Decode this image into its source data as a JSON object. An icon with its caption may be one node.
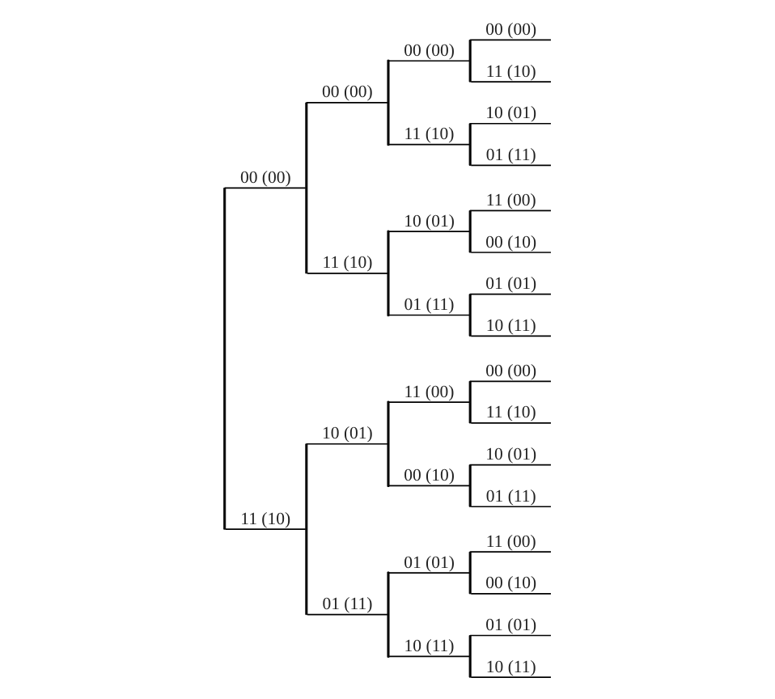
{
  "diagram": {
    "nodes": [
      {
        "text": [],
        "shape": "bar"
      },
      {
        "text": [],
        "shape": "bar"
      },
      {
        "text": [],
        "shape": "bar"
      },
      {
        "text": [],
        "shape": "bar"
      },
      {
        "text": [],
        "shape": "bar"
      },
      {
        "text": [],
        "shape": "bar"
      },
      {
        "text": [],
        "shape": "bar"
      },
      {
        "text": [],
        "shape": "bar"
      },
      {
        "text": [],
        "shape": "bar"
      },
      {
        "text": [],
        "shape": "bar"
      },
      {
        "text": [],
        "shape": "bar"
      },
      {
        "text": [],
        "shape": "bar"
      },
      {
        "text": [],
        "shape": "bar"
      },
      {
        "text": [],
        "shape": "bar"
      },
      {
        "text": [],
        "shape": "bar"
      }
    ],
    "edges": [
      {
        "from": 0,
        "to": 1,
        "arrow": "none",
        "label": "00 (00)"
      },
      {
        "from": 0,
        "to": 2,
        "arrow": "none",
        "label": "11 (10)"
      },
      {
        "from": 1,
        "to": 3,
        "arrow": "none",
        "label": "00 (00)"
      },
      {
        "from": 1,
        "to": 4,
        "arrow": "none",
        "label": "11 (10)"
      },
      {
        "from": 2,
        "to": 5,
        "arrow": "none",
        "label": "10 (01)"
      },
      {
        "from": 2,
        "to": 6,
        "arrow": "none",
        "label": "01 (11)"
      },
      {
        "from": 3,
        "to": 7,
        "arrow": "none",
        "label": "00 (00)"
      },
      {
        "from": 3,
        "to": 8,
        "arrow": "none",
        "label": "11 (10)"
      },
      {
        "from": 4,
        "to": 9,
        "arrow": "none",
        "label": "10 (01)"
      },
      {
        "from": 4,
        "to": 10,
        "arrow": "none",
        "label": "01 (11)"
      },
      {
        "from": 5,
        "to": 11,
        "arrow": "none",
        "label": "11 (00)"
      },
      {
        "from": 5,
        "to": 12,
        "arrow": "none",
        "label": "00 (10)"
      },
      {
        "from": 6,
        "to": 13,
        "arrow": "none",
        "label": "01 (01)"
      },
      {
        "from": 6,
        "to": 14,
        "arrow": "none",
        "label": "10 (11)"
      },
      {
        "from": 7,
        "to": null,
        "arrow": "none",
        "label": "00 (00)"
      },
      {
        "from": 7,
        "to": null,
        "arrow": "none",
        "label": "11 (10)"
      },
      {
        "from": 8,
        "to": null,
        "arrow": "none",
        "label": "10 (01)"
      },
      {
        "from": 8,
        "to": null,
        "arrow": "none",
        "label": "01 (11)"
      },
      {
        "from": 9,
        "to": null,
        "arrow": "none",
        "label": "11 (00)"
      },
      {
        "from": 9,
        "to": null,
        "arrow": "none",
        "label": "00 (10)"
      },
      {
        "from": 10,
        "to": null,
        "arrow": "none",
        "label": "01 (01)"
      },
      {
        "from": 10,
        "to": null,
        "arrow": "none",
        "label": "10 (11)"
      },
      {
        "from": 11,
        "to": null,
        "arrow": "none",
        "label": "00 (00)"
      },
      {
        "from": 11,
        "to": null,
        "arrow": "none",
        "label": "11 (10)"
      },
      {
        "from": 12,
        "to": null,
        "arrow": "none",
        "label": "10 (01)"
      },
      {
        "from": 12,
        "to": null,
        "arrow": "none",
        "label": "01 (11)"
      },
      {
        "from": 13,
        "to": null,
        "arrow": "none",
        "label": "11 (00)"
      },
      {
        "from": 13,
        "to": null,
        "arrow": "none",
        "label": "00 (10)"
      },
      {
        "from": 14,
        "to": null,
        "arrow": "none",
        "label": "01 (01)"
      },
      {
        "from": 14,
        "to": null,
        "arrow": "none",
        "label": "10 (11)"
      }
    ]
  }
}
